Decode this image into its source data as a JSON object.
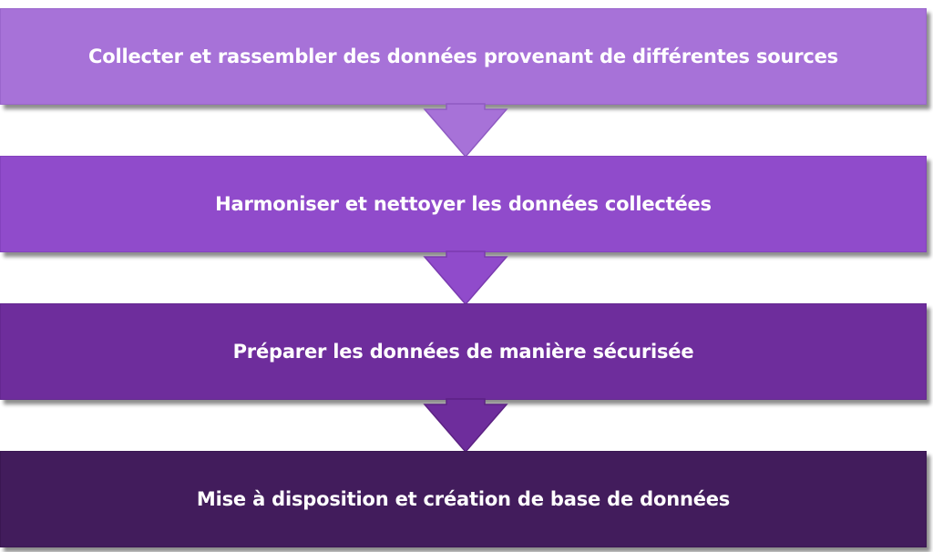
{
  "steps": [
    {
      "label": "Collecter et rassembler des données provenant de différentes sources",
      "color": "#a772d8"
    },
    {
      "label": "Harmoniser et nettoyer les données collectées",
      "color": "#904bcb"
    },
    {
      "label": "Préparer les données de manière sécurisée",
      "color": "#6e2d9c"
    },
    {
      "label": "Mise à disposition et création de base de données",
      "color": "#421c5c"
    }
  ],
  "arrow_colors": [
    "#a772d8",
    "#904bcb",
    "#6e2d9c"
  ]
}
